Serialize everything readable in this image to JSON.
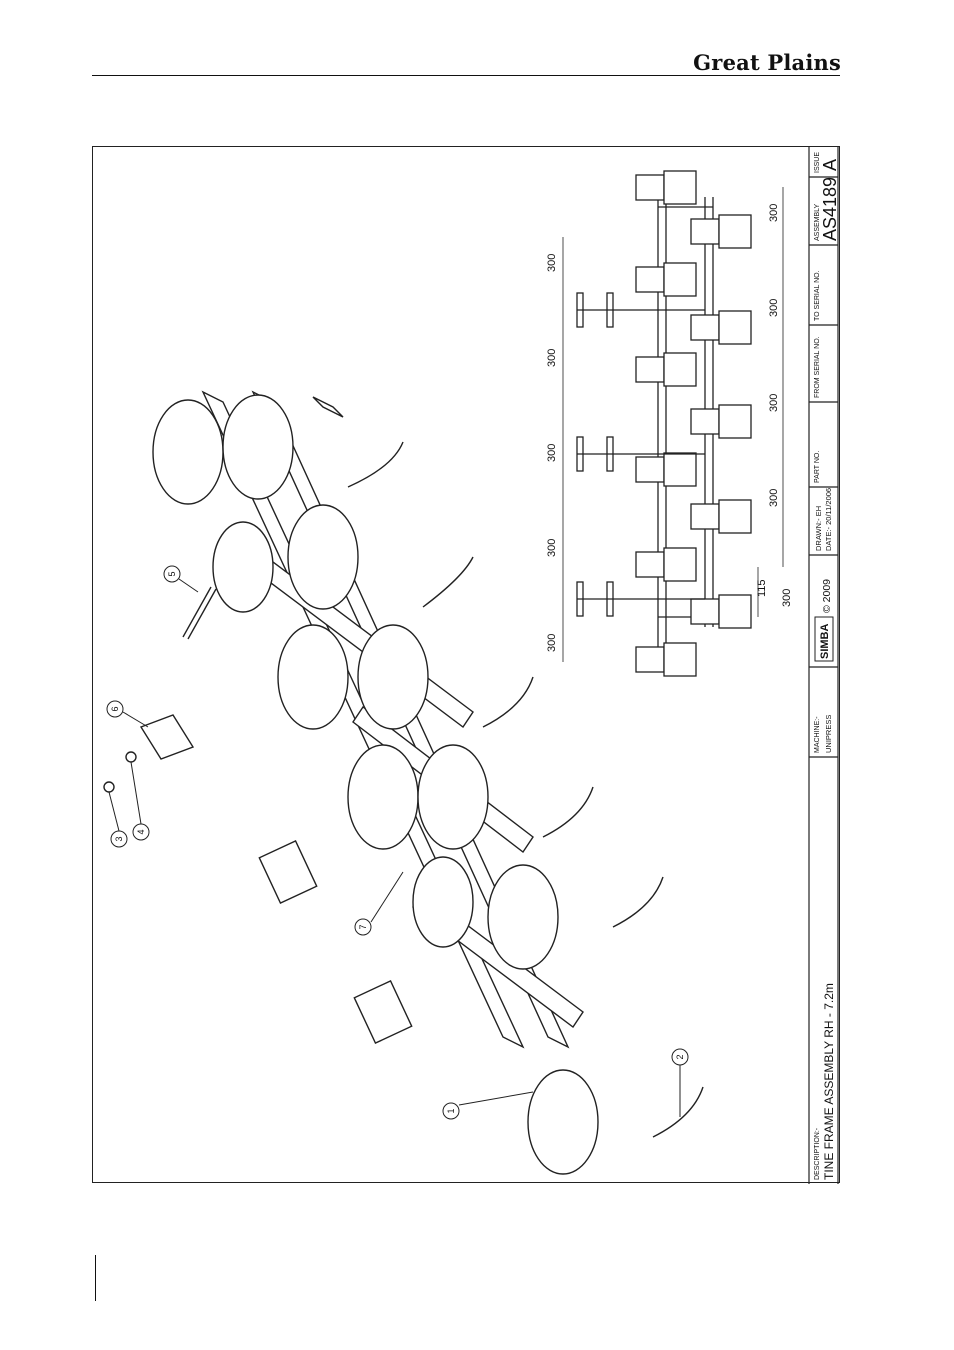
{
  "header": {
    "brand": "Great Plains"
  },
  "title_block": {
    "description_label": "DESCRIPTION:-",
    "description": "TINE FRAME ASSEMBLY RH - 7.2m",
    "machine_label": "MACHINE:-",
    "machine": "UNIPRESS",
    "logo": "SIMBA",
    "copyright": "© 2009",
    "drawn": "DRAWN:- EH",
    "date": "DATE:- 20/11/2006",
    "part_no_label": "PART NO.",
    "from_serial_label": "FROM SERIAL NO.",
    "to_serial_label": "TO SERIAL NO.",
    "assembly_label": "ASSEMBLY",
    "assembly": "AS4189",
    "issue_label": "ISSUE",
    "issue": "A"
  },
  "balloons": [
    "1",
    "2",
    "3",
    "4",
    "5",
    "6",
    "7"
  ],
  "dimensions": {
    "top_row": [
      "300",
      "300",
      "300",
      "300",
      "300"
    ],
    "bottom_row": [
      "300",
      "300",
      "300",
      "300"
    ],
    "offset_small": "115",
    "offset_base": "300"
  }
}
